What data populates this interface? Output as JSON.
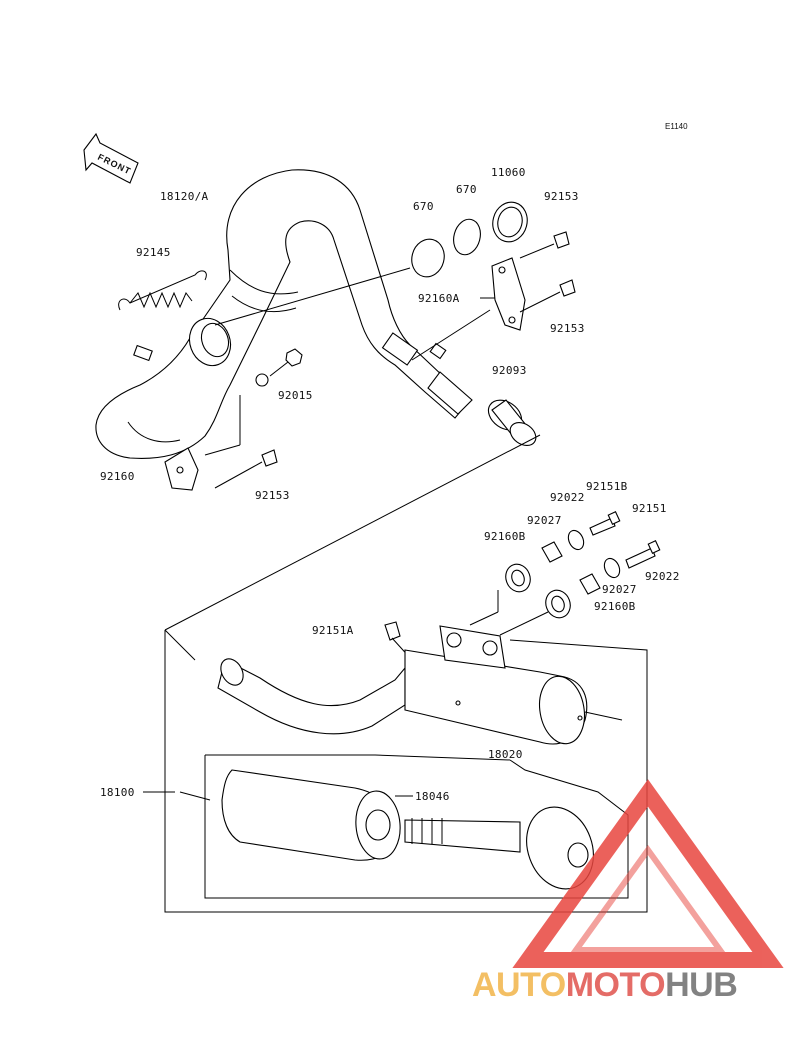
{
  "diagram": {
    "reference_code": "E1140",
    "front_marker": "FRONT",
    "part_labels": [
      {
        "id": "18120A",
        "text": "18120/A"
      },
      {
        "id": "670a",
        "text": "670"
      },
      {
        "id": "670b",
        "text": "670"
      },
      {
        "id": "11060",
        "text": "11060"
      },
      {
        "id": "92153a",
        "text": "92153"
      },
      {
        "id": "92145",
        "text": "92145"
      },
      {
        "id": "92160A",
        "text": "92160A"
      },
      {
        "id": "92153b",
        "text": "92153"
      },
      {
        "id": "92015",
        "text": "92015"
      },
      {
        "id": "92093",
        "text": "92093"
      },
      {
        "id": "92160",
        "text": "92160"
      },
      {
        "id": "92153c",
        "text": "92153"
      },
      {
        "id": "92151B",
        "text": "92151B"
      },
      {
        "id": "92022a",
        "text": "92022"
      },
      {
        "id": "92027a",
        "text": "92027"
      },
      {
        "id": "92151",
        "text": "92151"
      },
      {
        "id": "92160B_a",
        "text": "92160B"
      },
      {
        "id": "92022b",
        "text": "92022"
      },
      {
        "id": "92027b",
        "text": "92027"
      },
      {
        "id": "92160B_b",
        "text": "92160B"
      },
      {
        "id": "92151A",
        "text": "92151A"
      },
      {
        "id": "18020",
        "text": "18020"
      },
      {
        "id": "18100",
        "text": "18100"
      },
      {
        "id": "18046",
        "text": "18046"
      }
    ]
  },
  "watermark": {
    "part1": "AUTO",
    "part2": "MOTO",
    "part3": "HUB",
    "colors": {
      "auto": "#f2b54a",
      "moto": "#e0534d",
      "hub": "#6d6d6d",
      "triangle": "#e8463f"
    }
  }
}
